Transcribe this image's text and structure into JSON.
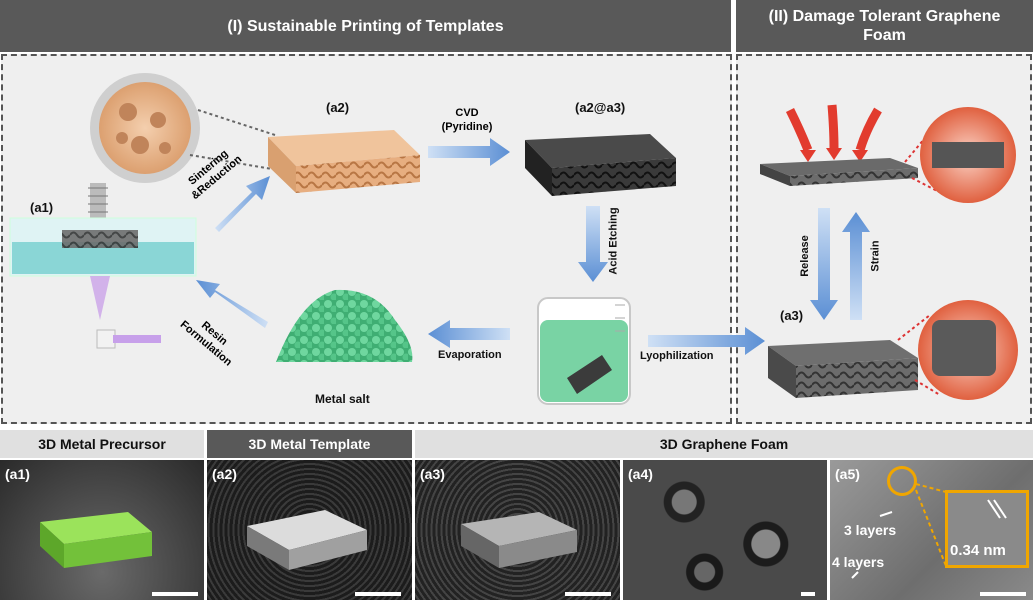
{
  "header": {
    "left_title": "(I) Sustainable Printing of Templates",
    "right_title_line1": "(II) Damage Tolerant Graphene",
    "right_title_line2": "Foam"
  },
  "diagram": {
    "a1": "(a1)",
    "a2": "(a2)",
    "a2a3": "(a2@a3)",
    "a3": "(a3)",
    "sintering_line1": "Sintering",
    "sintering_line2": "&Reduction",
    "cvd_line1": "CVD",
    "cvd_line2": "(Pyridine)",
    "acid_etching": "Acid Etching",
    "lyophilization": "Lyophilization",
    "evaporation": "Evaporation",
    "metal_salt": "Metal salt",
    "resin_line1": "Resin",
    "resin_line2": "Formulation",
    "release": "Release",
    "strain": "Strain"
  },
  "strip": {
    "precursor": "3D Metal Precursor",
    "template": "3D Metal Template",
    "foam": "3D  Graphene Foam"
  },
  "photos": {
    "a1": "(a1)",
    "a2": "(a2)",
    "a3": "(a3)",
    "a4": "(a4)",
    "a5": "(a5)",
    "layers3": "3 layers",
    "layers4": "4 layers",
    "spacing": "0.34 nm"
  },
  "colors": {
    "header_bg": "#595959",
    "panel_bg": "#efefef",
    "arrow_blue": "#6d9fd8",
    "copper": "#e8b48c",
    "metal_salt_green": "#4fc487",
    "accent_orange": "#f0a600",
    "red_force": "#e23b2e"
  }
}
